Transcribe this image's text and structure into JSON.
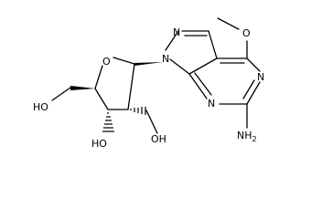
{
  "structure": {
    "atoms": {
      "n_pyrazole_top": "N",
      "n_pyrazole_link": "N",
      "n_pyrimidine_right": "N",
      "n_pyrimidine_bottom": "N",
      "o_ring": "O",
      "o_methoxy": "O",
      "nh2": "NH",
      "nh2_subscript": "2",
      "oh_ch2": "HO",
      "oh_c2": "OH",
      "oh_c3": "HO"
    }
  }
}
